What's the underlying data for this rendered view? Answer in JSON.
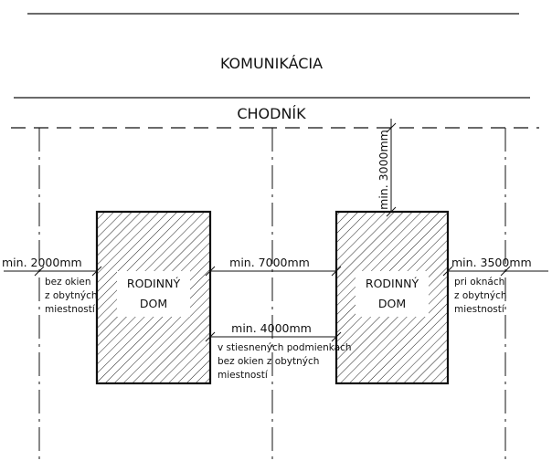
{
  "road": {
    "label": "KOMUNIKÁCIA"
  },
  "sidewalk": {
    "label": "CHODNÍK"
  },
  "house_left": {
    "line1": "RODINNÝ",
    "line2": "DOM"
  },
  "house_right": {
    "line1": "RODINNÝ",
    "line2": "DOM"
  },
  "dimensions": {
    "left_edge": {
      "value": "min. 2000mm",
      "note": [
        "bez okien",
        "z obytných",
        "miestností"
      ]
    },
    "between_top": {
      "value": "min. 7000mm"
    },
    "between_bottom": {
      "value": "min. 4000mm",
      "note": [
        "v stiesnených podmienkach",
        "bez okien z obytných",
        "miestností"
      ]
    },
    "right_edge": {
      "value": "min. 3500mm",
      "note": [
        "pri oknách",
        "z obytných",
        "miestností"
      ]
    },
    "front": {
      "value": "min. 3000mm"
    }
  },
  "colors": {
    "ink": "#111111",
    "hatch": "#222222",
    "background": "#ffffff"
  }
}
